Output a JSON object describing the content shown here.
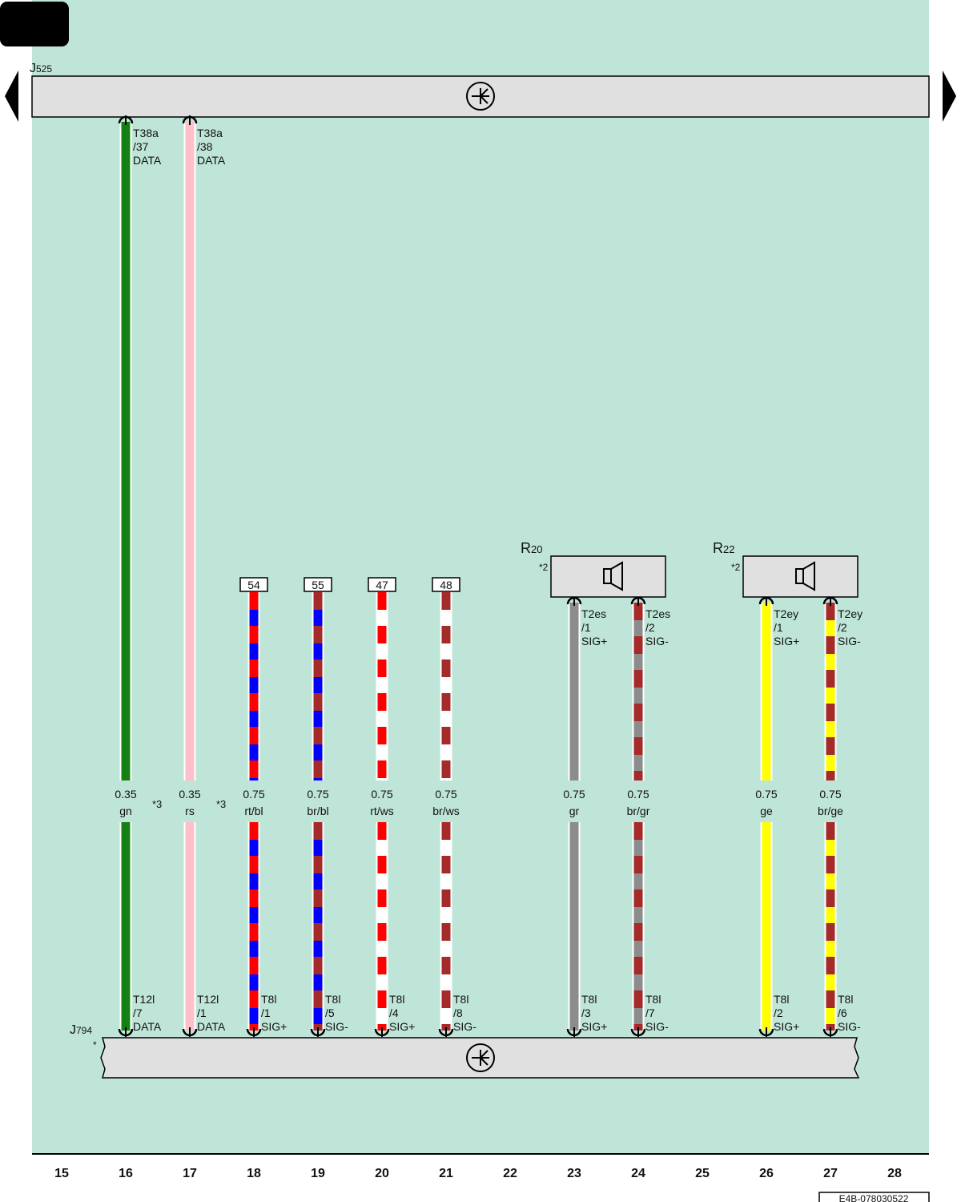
{
  "colors": {
    "background": "#bfe5d8",
    "bar": "#e0e0e0",
    "tab": "#000000",
    "gn": "#148014",
    "rs": "#ffc0cb",
    "rt": "#ff0000",
    "bl": "#0000ff",
    "br": "#a52a2a",
    "ws": "#ffffff",
    "gr": "#8c8c8c",
    "ge": "#ffff00"
  },
  "components": {
    "top": {
      "label": "J",
      "sub": "525"
    },
    "bottom": {
      "label": "J",
      "sub": "794",
      "note": "*"
    },
    "r20": {
      "label": "R",
      "sub": "20",
      "note": "*2"
    },
    "r22": {
      "label": "R",
      "sub": "22",
      "note": "*2"
    }
  },
  "wires": [
    {
      "track": 16,
      "colors": [
        "gn"
      ],
      "top": [
        "T38a",
        "/37",
        "DATA"
      ],
      "bottom": [
        "T12l",
        "/7",
        "DATA"
      ],
      "size": "0.35",
      "code": "gn",
      "note": "*3"
    },
    {
      "track": 17,
      "colors": [
        "rs"
      ],
      "top": [
        "T38a",
        "/38",
        "DATA"
      ],
      "bottom": [
        "T12l",
        "/1",
        "DATA"
      ],
      "size": "0.35",
      "code": "rs",
      "note": "*3"
    },
    {
      "track": 18,
      "colors": [
        "rt",
        "bl"
      ],
      "box": "54",
      "bottom": [
        "T8l",
        "/1",
        "SIG+"
      ],
      "size": "0.75",
      "code": "rt/bl"
    },
    {
      "track": 19,
      "colors": [
        "br",
        "bl"
      ],
      "box": "55",
      "bottom": [
        "T8l",
        "/5",
        "SIG-"
      ],
      "size": "0.75",
      "code": "br/bl"
    },
    {
      "track": 20,
      "colors": [
        "rt",
        "ws"
      ],
      "box": "47",
      "bottom": [
        "T8l",
        "/4",
        "SIG+"
      ],
      "size": "0.75",
      "code": "rt/ws"
    },
    {
      "track": 21,
      "colors": [
        "br",
        "ws"
      ],
      "box": "48",
      "bottom": [
        "T8l",
        "/8",
        "SIG-"
      ],
      "size": "0.75",
      "code": "br/ws"
    },
    {
      "track": 23,
      "colors": [
        "gr"
      ],
      "top": [
        "T2es",
        "/1",
        "SIG+"
      ],
      "bottom": [
        "T8l",
        "/3",
        "SIG+"
      ],
      "size": "0.75",
      "code": "gr"
    },
    {
      "track": 24,
      "colors": [
        "br",
        "gr"
      ],
      "top": [
        "T2es",
        "/2",
        "SIG-"
      ],
      "bottom": [
        "T8l",
        "/7",
        "SIG-"
      ],
      "size": "0.75",
      "code": "br/gr"
    },
    {
      "track": 26,
      "colors": [
        "ge"
      ],
      "top": [
        "T2ey",
        "/1",
        "SIG+"
      ],
      "bottom": [
        "T8l",
        "/2",
        "SIG+"
      ],
      "size": "0.75",
      "code": "ge"
    },
    {
      "track": 27,
      "colors": [
        "br",
        "ge"
      ],
      "top": [
        "T2ey",
        "/2",
        "SIG-"
      ],
      "bottom": [
        "T8l",
        "/6",
        "SIG-"
      ],
      "size": "0.75",
      "code": "br/ge"
    }
  ],
  "tracks": [
    "15",
    "16",
    "17",
    "18",
    "19",
    "20",
    "21",
    "22",
    "23",
    "24",
    "25",
    "26",
    "27",
    "28"
  ],
  "diagram_id": "E4B-078030522"
}
